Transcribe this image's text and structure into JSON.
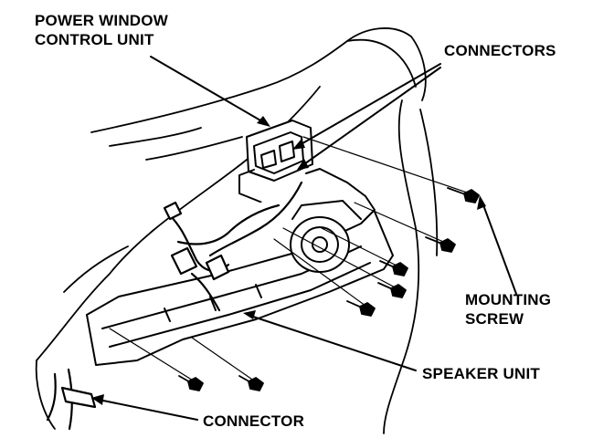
{
  "labels": {
    "power_window_control_unit": [
      "POWER WINDOW",
      "CONTROL UNIT"
    ],
    "connectors": "CONNECTORS",
    "mounting_screw": [
      "MOUNTING",
      "SCREW"
    ],
    "speaker_unit": "SPEAKER UNIT",
    "connector": "CONNECTOR"
  }
}
